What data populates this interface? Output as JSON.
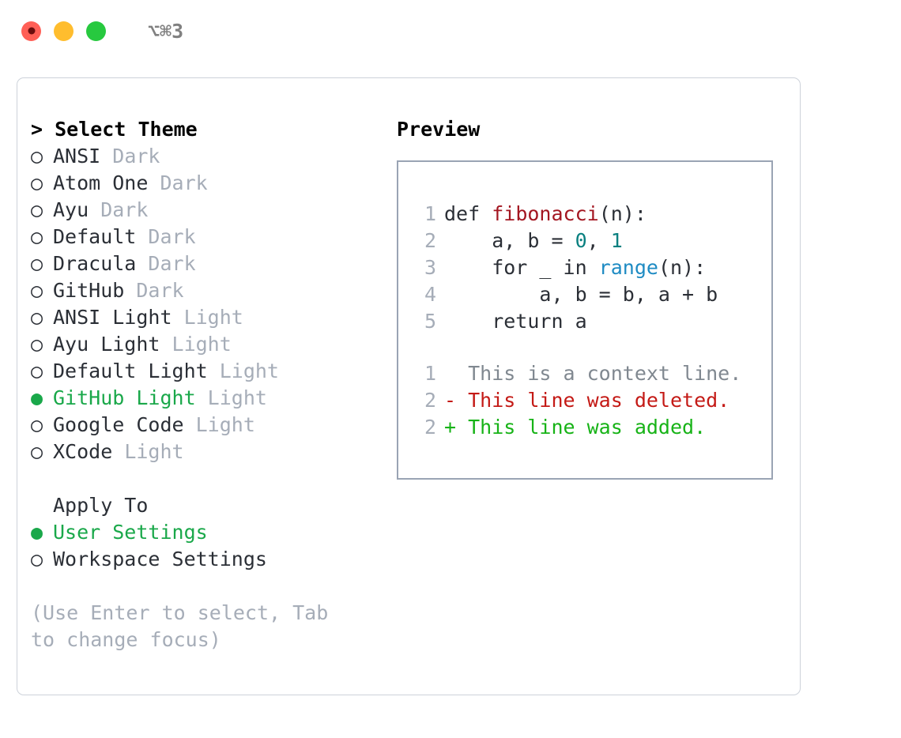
{
  "window": {
    "title": "⌥⌘3",
    "traffic_lights": [
      "close-red",
      "minimize-yellow",
      "zoom-green"
    ]
  },
  "theme_picker": {
    "title": "> Select Theme",
    "items": [
      {
        "marker": "○",
        "name": "ANSI",
        "category": "Dark",
        "selected": false
      },
      {
        "marker": "○",
        "name": "Atom One",
        "category": "Dark",
        "selected": false
      },
      {
        "marker": "○",
        "name": "Ayu",
        "category": "Dark",
        "selected": false
      },
      {
        "marker": "○",
        "name": "Default",
        "category": "Dark",
        "selected": false
      },
      {
        "marker": "○",
        "name": "Dracula",
        "category": "Dark",
        "selected": false
      },
      {
        "marker": "○",
        "name": "GitHub",
        "category": "Dark",
        "selected": false
      },
      {
        "marker": "○",
        "name": "ANSI Light",
        "category": "Light",
        "selected": false
      },
      {
        "marker": "○",
        "name": "Ayu Light",
        "category": "Light",
        "selected": false
      },
      {
        "marker": "○",
        "name": "Default Light",
        "category": "Light",
        "selected": false
      },
      {
        "marker": "●",
        "name": "GitHub Light",
        "category": "Light",
        "selected": true
      },
      {
        "marker": "○",
        "name": "Google Code",
        "category": "Light",
        "selected": false
      },
      {
        "marker": "○",
        "name": "XCode",
        "category": "Light",
        "selected": false
      }
    ]
  },
  "apply_to": {
    "title": "Apply To",
    "items": [
      {
        "marker": "●",
        "name": "User Settings",
        "selected": true
      },
      {
        "marker": "○",
        "name": "Workspace Settings",
        "selected": false
      }
    ]
  },
  "hint": "(Use Enter to select, Tab to change focus)",
  "preview": {
    "title": "Preview",
    "code_lines": [
      {
        "num": "1",
        "tokens": [
          {
            "t": "def ",
            "k": "plain"
          },
          {
            "t": "fibonacci",
            "k": "fn"
          },
          {
            "t": "(n):",
            "k": "plain"
          }
        ]
      },
      {
        "num": "2",
        "tokens": [
          {
            "t": "    a, b = ",
            "k": "plain"
          },
          {
            "t": "0",
            "k": "num"
          },
          {
            "t": ", ",
            "k": "plain"
          },
          {
            "t": "1",
            "k": "num"
          }
        ]
      },
      {
        "num": "3",
        "tokens": [
          {
            "t": "    for _ in ",
            "k": "plain"
          },
          {
            "t": "range",
            "k": "call"
          },
          {
            "t": "(n):",
            "k": "plain"
          }
        ]
      },
      {
        "num": "4",
        "tokens": [
          {
            "t": "        a, b = b, a + b",
            "k": "plain"
          }
        ]
      },
      {
        "num": "5",
        "tokens": [
          {
            "t": "    return a",
            "k": "plain"
          }
        ]
      }
    ],
    "diff_lines": [
      {
        "num": "1",
        "sign": " ",
        "text": "This is a context line.",
        "kind": "ctx"
      },
      {
        "num": "2",
        "sign": "-",
        "text": "This line was deleted.",
        "kind": "del"
      },
      {
        "num": "2",
        "sign": "+",
        "text": "This line was added.",
        "kind": "add"
      }
    ]
  },
  "colors": {
    "accent_green": "#1aa84a",
    "muted_gray": "#a6adb8",
    "code_function": "#a31621",
    "code_number": "#0a8080",
    "code_call": "#1e8bc3",
    "diff_deleted": "#c41a16",
    "diff_added": "#17b317",
    "panel_border": "#cdd2da",
    "preview_border": "#9aa4b4"
  }
}
